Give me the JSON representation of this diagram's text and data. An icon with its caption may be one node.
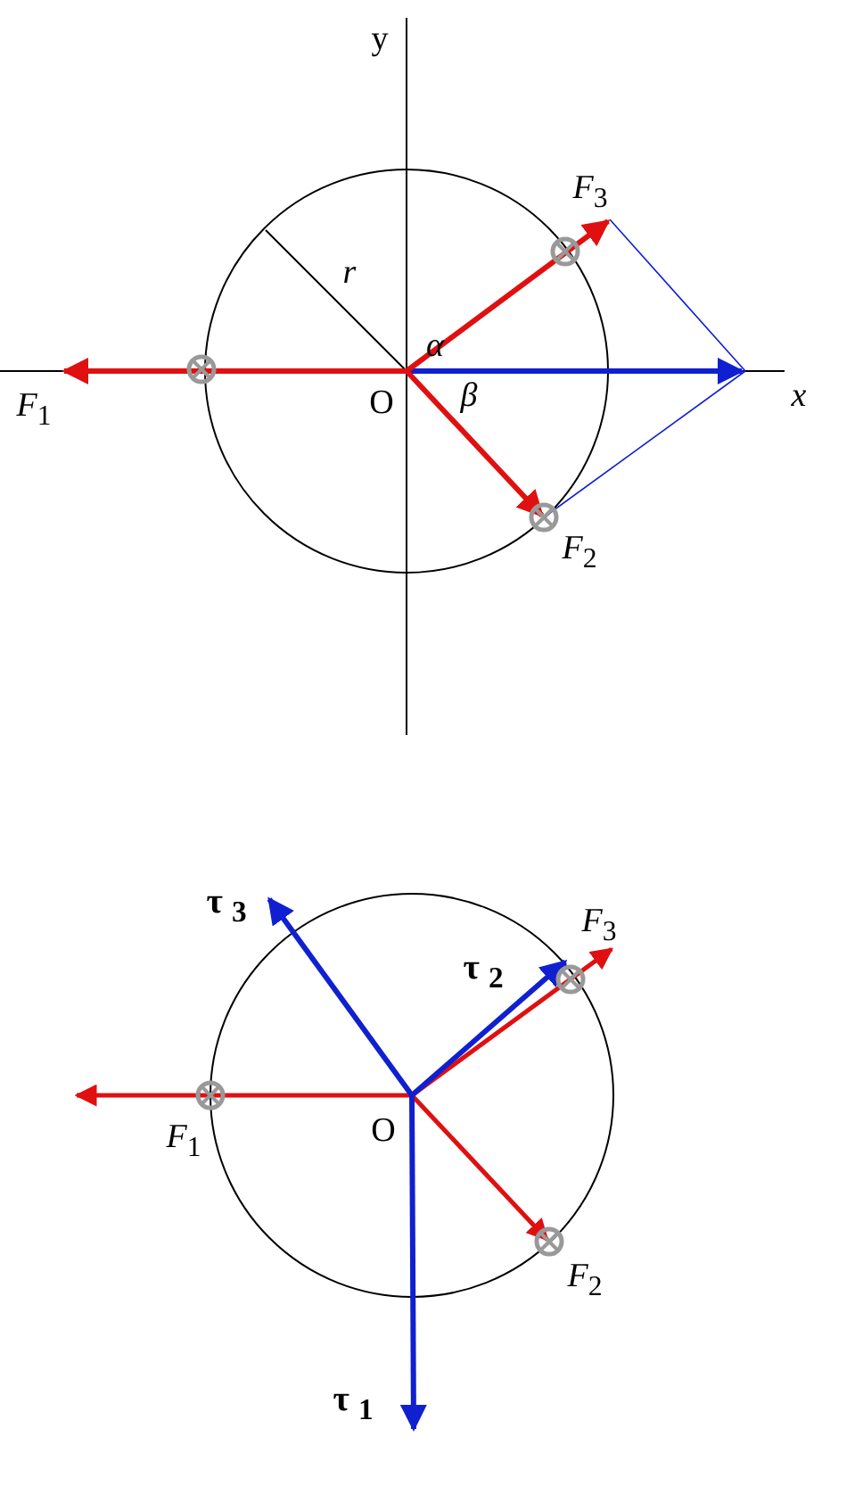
{
  "diagram": {
    "labels": [
      "y",
      "*F*$_{3}$",
      "*r*",
      "*α*",
      "*β*",
      "O",
      "*F*$_{1}$",
      "*x*",
      "*F*$_{2}$",
      "τ $_{3}$",
      "*F*$_{3}$",
      "τ $_{2}$",
      "O",
      "*F*$_{1}$",
      "*F*$_{2}$",
      "τ $_{1}$"
    ]
  }
}
